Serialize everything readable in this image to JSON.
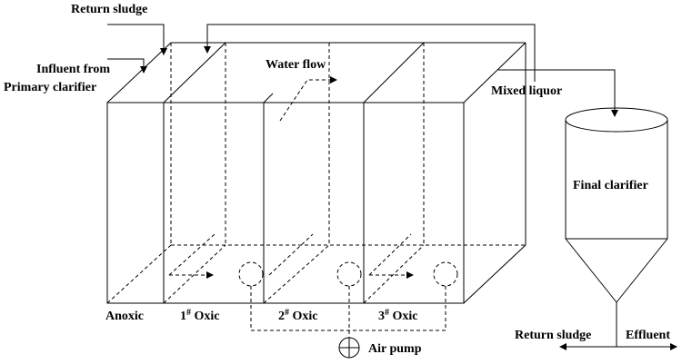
{
  "labels": {
    "return_sludge_top": "Return sludge",
    "influent_line1": "Influent from",
    "influent_line2": "Primary clarifier",
    "water_flow": "Water flow",
    "mixed_liquor": "Mixed liquor",
    "final_clarifier": "Final clarifier",
    "anoxic": "Anoxic",
    "oxic1": "1# Oxic",
    "oxic2": "2# Oxic",
    "oxic3": "3# Oxic",
    "air_pump": "Air pump",
    "return_sludge_bottom": "Return sludge",
    "effluent": "Effluent"
  },
  "oxic_superscript": "#",
  "colors": {
    "line": "#000000",
    "background": "#ffffff"
  }
}
